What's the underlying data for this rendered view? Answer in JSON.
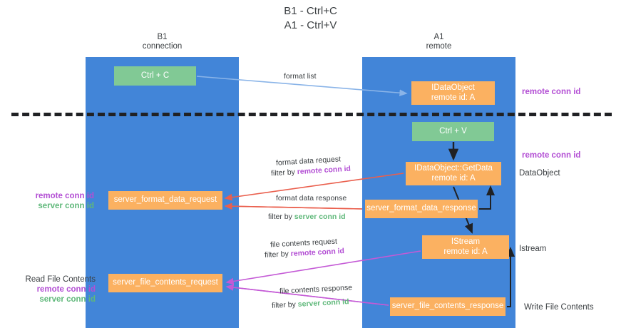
{
  "title": {
    "line1": "B1 - Ctrl+C",
    "line2": "A1 - Ctrl+V"
  },
  "lanes": [
    {
      "name": "b1",
      "title": "B1",
      "subtitle": "connection",
      "color": "#4285d8"
    },
    {
      "name": "a1",
      "title": "A1",
      "subtitle": "remote",
      "color": "#4285d8"
    }
  ],
  "colors": {
    "lane": "#4285d8",
    "green_node": "#81c995",
    "orange_node": "#fbb161",
    "remote_conn_id": "#b34fd4",
    "server_conn_id": "#5fb87a",
    "arrow_blue": "#8ab4e8",
    "arrow_red": "#ea5f4d",
    "arrow_purple": "#c45ad6",
    "arrow_black": "#202124",
    "separator": "#202124"
  },
  "nodes": {
    "ctrl_c": {
      "label": "Ctrl + C",
      "style": "green"
    },
    "idataobject": {
      "line1": "IDataObject",
      "line2": "remote id: A",
      "style": "orange"
    },
    "ctrl_v": {
      "label": "Ctrl + V",
      "style": "green"
    },
    "getdata": {
      "line1": "IDataObject::GetData",
      "line2": "remote id: A",
      "style": "orange"
    },
    "server_format_data_request": {
      "label": "server_format_data_request",
      "style": "orange"
    },
    "server_format_data_response": {
      "label": "server_format_data_response",
      "style": "orange"
    },
    "istream": {
      "line1": "IStream",
      "line2": "remote id: A",
      "style": "orange"
    },
    "server_file_contents_request": {
      "label": "server_file_contents_request",
      "style": "orange"
    },
    "server_file_contents_response": {
      "label": "server_file_contents_response",
      "style": "orange"
    }
  },
  "edge_labels": {
    "format_list": "format list",
    "format_data_request": "format data request",
    "filter_by": "filter by ",
    "remote_conn_id": "remote conn id",
    "server_conn_id": "server conn id",
    "format_data_response": "format data response",
    "file_contents_request": "file contents request",
    "file_contents_response": "file contents response"
  },
  "annotations": {
    "right_remote_conn_id_top": "remote conn id",
    "right_remote_conn_id_mid": "remote conn id",
    "dataobject": "DataObject",
    "istream": "Istream",
    "write_file_contents": "Write File Contents",
    "read_file_contents": "Read File Contents",
    "left_remote_conn_id": "remote conn id",
    "left_server_conn_id": "server conn id",
    "left2_remote_conn_id": "remote conn id",
    "left2_server_conn_id": "server conn id"
  }
}
